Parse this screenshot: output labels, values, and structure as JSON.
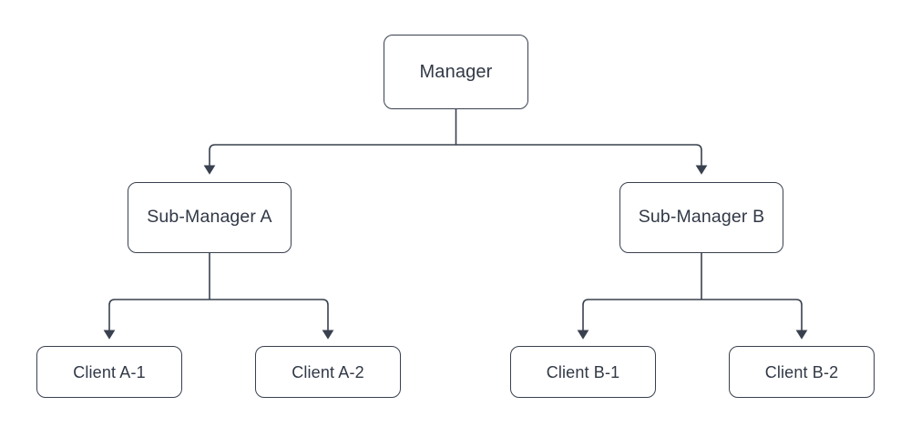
{
  "diagram": {
    "type": "hierarchy-tree",
    "orientation": "top-down",
    "background_color": "#ffffff",
    "stroke_color": "#39414f",
    "text_color": "#313846",
    "edge_style": "orthogonal-elbow-with-arrowhead",
    "nodes": {
      "root": {
        "label": "Manager"
      },
      "mid_a": {
        "label": "Sub-Manager A"
      },
      "mid_b": {
        "label": "Sub-Manager B"
      },
      "leaf_a1": {
        "label": "Client A-1"
      },
      "leaf_a2": {
        "label": "Client A-2"
      },
      "leaf_b1": {
        "label": "Client B-1"
      },
      "leaf_b2": {
        "label": "Client B-2"
      }
    }
  }
}
